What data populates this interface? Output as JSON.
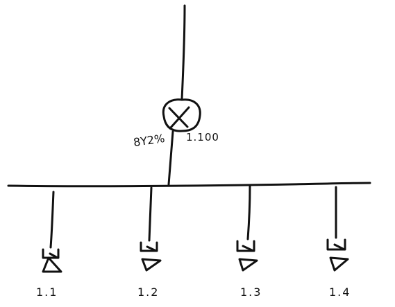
{
  "router": {
    "label": "8Y2%",
    "ip": "1.100",
    "icon": "router-icon"
  },
  "hosts": [
    {
      "label": "1.1",
      "icon": "host-icon"
    },
    {
      "label": "1.2",
      "icon": "host-icon"
    },
    {
      "label": "1.3",
      "icon": "host-icon"
    },
    {
      "label": "1.4",
      "icon": "host-icon"
    }
  ],
  "colors": {
    "stroke": "#111111",
    "background": "#ffffff"
  }
}
